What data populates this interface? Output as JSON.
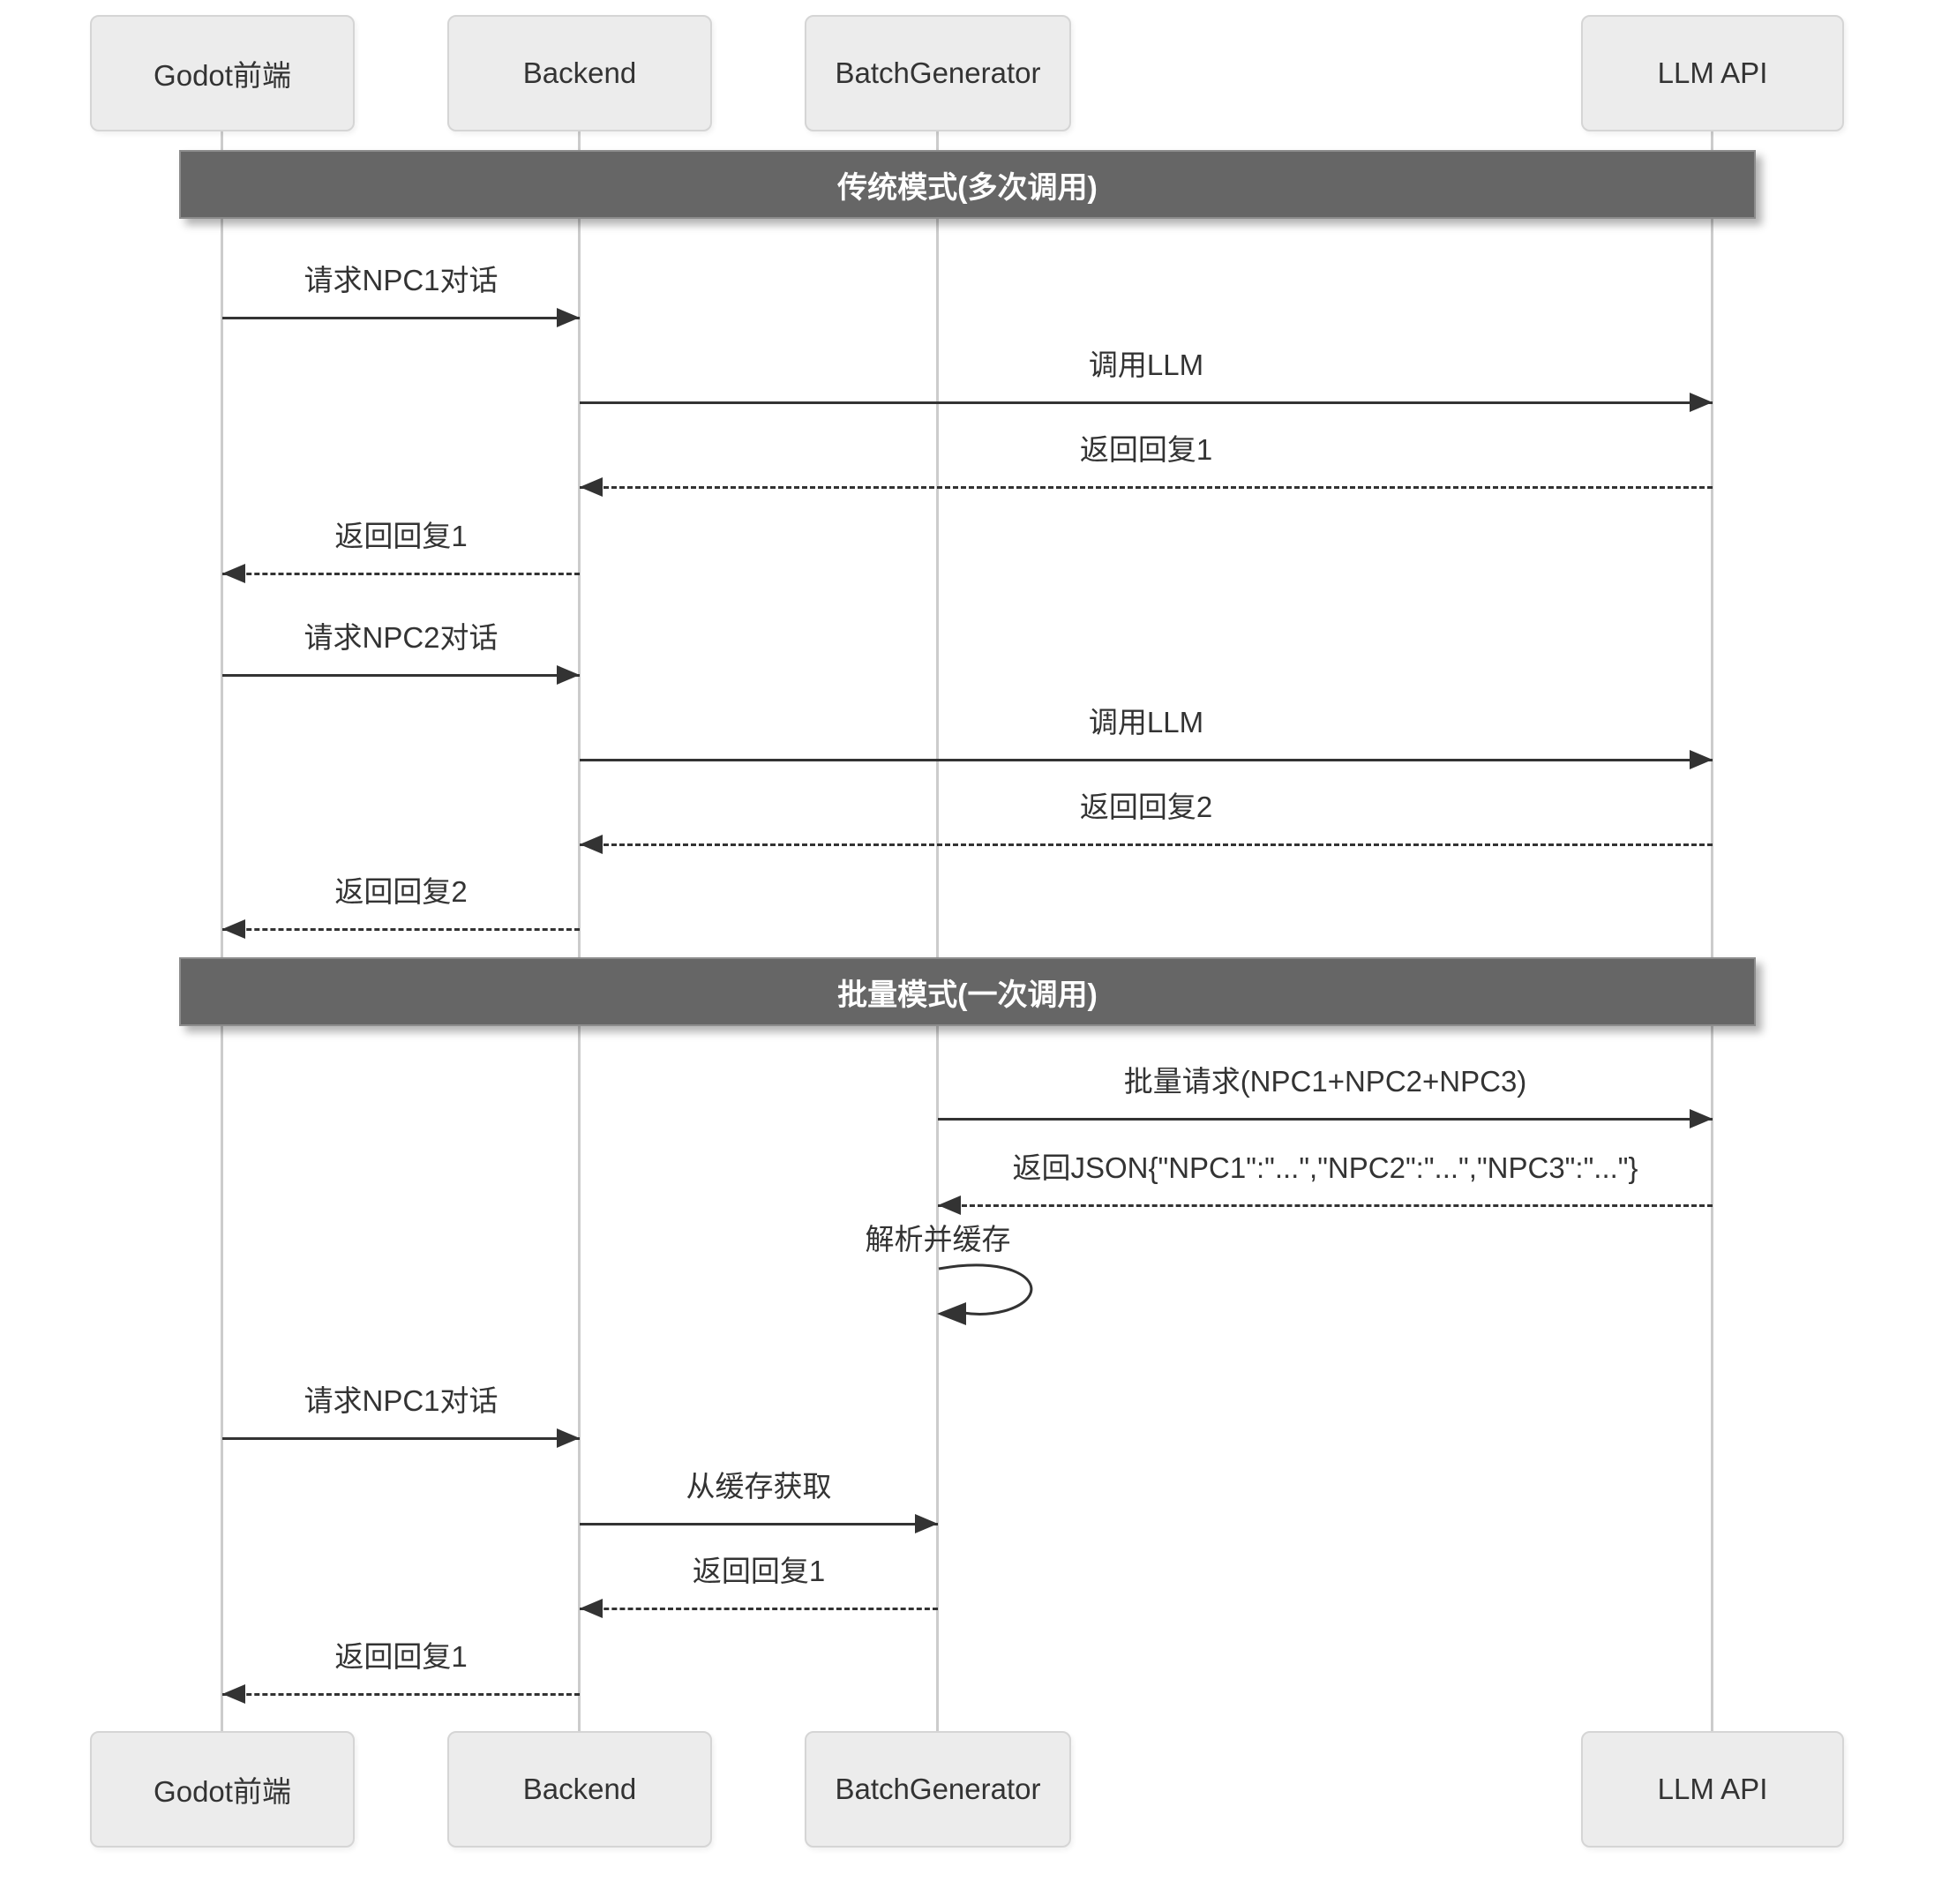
{
  "diagram": {
    "type": "sequence-diagram",
    "participants": [
      {
        "id": "godot",
        "label": "Godot前端"
      },
      {
        "id": "backend",
        "label": "Backend"
      },
      {
        "id": "batchgen",
        "label": "BatchGenerator"
      },
      {
        "id": "llm",
        "label": "LLM API"
      }
    ],
    "sections": [
      {
        "label": "传统模式(多次调用)"
      },
      {
        "label": "批量模式(一次调用)"
      }
    ],
    "messages": [
      {
        "from": "Godot前端",
        "to": "Backend",
        "label": "请求NPC1对话",
        "line": "solid"
      },
      {
        "from": "Backend",
        "to": "LLM API",
        "label": "调用LLM",
        "line": "solid"
      },
      {
        "from": "LLM API",
        "to": "Backend",
        "label": "返回回复1",
        "line": "dashed"
      },
      {
        "from": "Backend",
        "to": "Godot前端",
        "label": "返回回复1",
        "line": "dashed"
      },
      {
        "from": "Godot前端",
        "to": "Backend",
        "label": "请求NPC2对话",
        "line": "solid"
      },
      {
        "from": "Backend",
        "to": "LLM API",
        "label": "调用LLM",
        "line": "solid"
      },
      {
        "from": "LLM API",
        "to": "Backend",
        "label": "返回回复2",
        "line": "dashed"
      },
      {
        "from": "Backend",
        "to": "Godot前端",
        "label": "返回回复2",
        "line": "dashed"
      },
      {
        "from": "BatchGenerator",
        "to": "LLM API",
        "label": "批量请求(NPC1+NPC2+NPC3)",
        "line": "solid"
      },
      {
        "from": "LLM API",
        "to": "BatchGenerator",
        "label": "返回JSON{\"NPC1\":\"...\",\"NPC2\":\"...\",\"NPC3\":\"...\"}",
        "line": "dashed"
      },
      {
        "from": "BatchGenerator",
        "to": "BatchGenerator",
        "label": "解析并缓存",
        "line": "self"
      },
      {
        "from": "Godot前端",
        "to": "Backend",
        "label": "请求NPC1对话",
        "line": "solid"
      },
      {
        "from": "Backend",
        "to": "BatchGenerator",
        "label": "从缓存获取",
        "line": "solid"
      },
      {
        "from": "BatchGenerator",
        "to": "Backend",
        "label": "返回回复1",
        "line": "dashed"
      },
      {
        "from": "Backend",
        "to": "Godot前端",
        "label": "返回回复1",
        "line": "dashed"
      }
    ],
    "colors": {
      "section_bar": "#666666",
      "section_text": "#ffffff",
      "actor_fill": "#ececec",
      "actor_border": "#d5d5d5",
      "lifeline": "#cccccc",
      "message": "#333333"
    }
  }
}
